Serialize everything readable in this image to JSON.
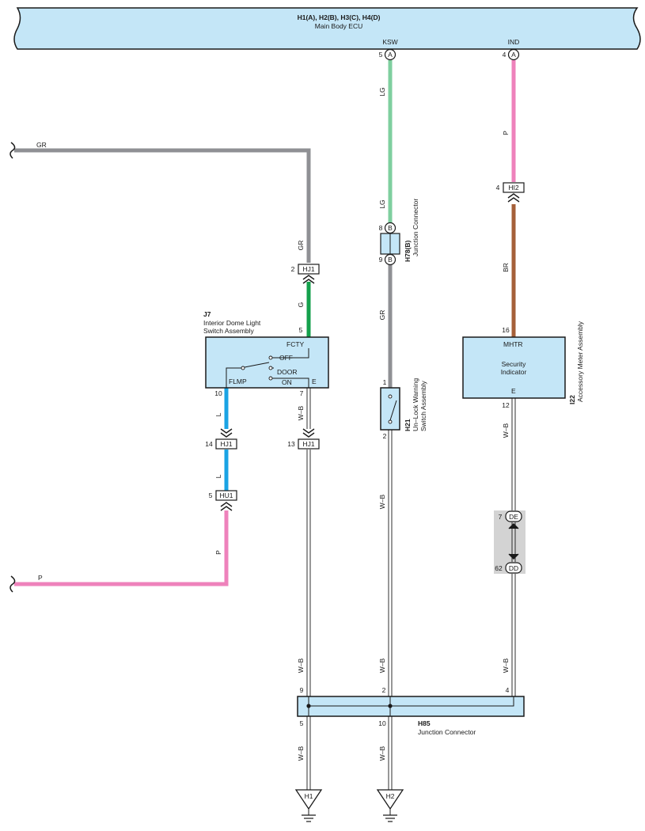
{
  "ecu": {
    "title": "H1(A), H2(B), H3(C), H4(D)",
    "subtitle": "Main Body ECU",
    "terminals": [
      {
        "name": "KSW",
        "pin": "5",
        "letter": "A"
      },
      {
        "name": "IND",
        "pin": "4",
        "letter": "A"
      }
    ]
  },
  "wire_labels": {
    "gr_top": "GR",
    "gr_vert": "GR",
    "g": "G",
    "l1": "L",
    "l2": "L",
    "p_vert": "P",
    "p_horiz": "P",
    "wb_j7": "W–B",
    "wb_left_low": "W–B",
    "wb_left_bottom": "W–B",
    "lg1": "LG",
    "lg2": "LG",
    "gr_h21": "GR",
    "wb_mid": "W–B",
    "wb_mid_low": "W–B",
    "wb_mid_bottom": "W–B",
    "p_ind": "P",
    "br": "BR",
    "wb_i22": "W–B",
    "wb_right_low": "W–B"
  },
  "connectors": {
    "hj1_top": {
      "label": "HJ1",
      "pin": "2"
    },
    "hj1_mid": {
      "label": "HJ1",
      "pin": "14"
    },
    "hj1_e": {
      "label": "HJ1",
      "pin": "13"
    },
    "hu1": {
      "label": "HU1",
      "pin": "5"
    },
    "hi2": {
      "label": "HI2",
      "pin": "4"
    },
    "h78_top": {
      "letter": "B",
      "pin": "8"
    },
    "h78_bot": {
      "letter": "B",
      "pin": "9"
    },
    "de": {
      "label": "DE",
      "pin": "7"
    },
    "dd": {
      "label": "DD",
      "pin": "62"
    }
  },
  "h78": {
    "code": "H78(B)",
    "name": "Junction Connector"
  },
  "j7": {
    "code": "J7",
    "name_line1": "Interior Dome Light",
    "name_line2": "Switch Assembly",
    "pin_top": "5",
    "fcty": "FCTY",
    "off": "OFF",
    "door": "DOOR",
    "on": "ON",
    "flmp": "FLMP",
    "e": "E",
    "pin_flmp": "10",
    "pin_e": "7"
  },
  "h21": {
    "code": "H21",
    "name_line1": "Un–Lock Warning",
    "name_line2": "Switch Assembly",
    "pin_top": "1",
    "pin_bottom": "2"
  },
  "i22": {
    "code": "I22",
    "name": "Accessory Meter Assembly",
    "mhtr": "MHTR",
    "inner_line1": "Security",
    "inner_line2": "Indicator",
    "e": "E",
    "pin_top": "16",
    "pin_bottom": "12"
  },
  "h85": {
    "code": "H85",
    "name": "Junction Connector",
    "pin_in_left": "9",
    "pin_in_mid": "2",
    "pin_in_right": "4",
    "pin_out_left": "5",
    "pin_out_mid": "10"
  },
  "grounds": {
    "left": "H1",
    "right": "H2"
  },
  "colors": {
    "box_fill": "#c4e6f7",
    "gr": "#8f9094",
    "g": "#14a04c",
    "lg": "#7fcf9f",
    "l": "#1aa3e4",
    "p": "#ee82bb",
    "br": "#a5603a",
    "wb": "#1a1a1a",
    "shade": "#d3d3d3"
  }
}
